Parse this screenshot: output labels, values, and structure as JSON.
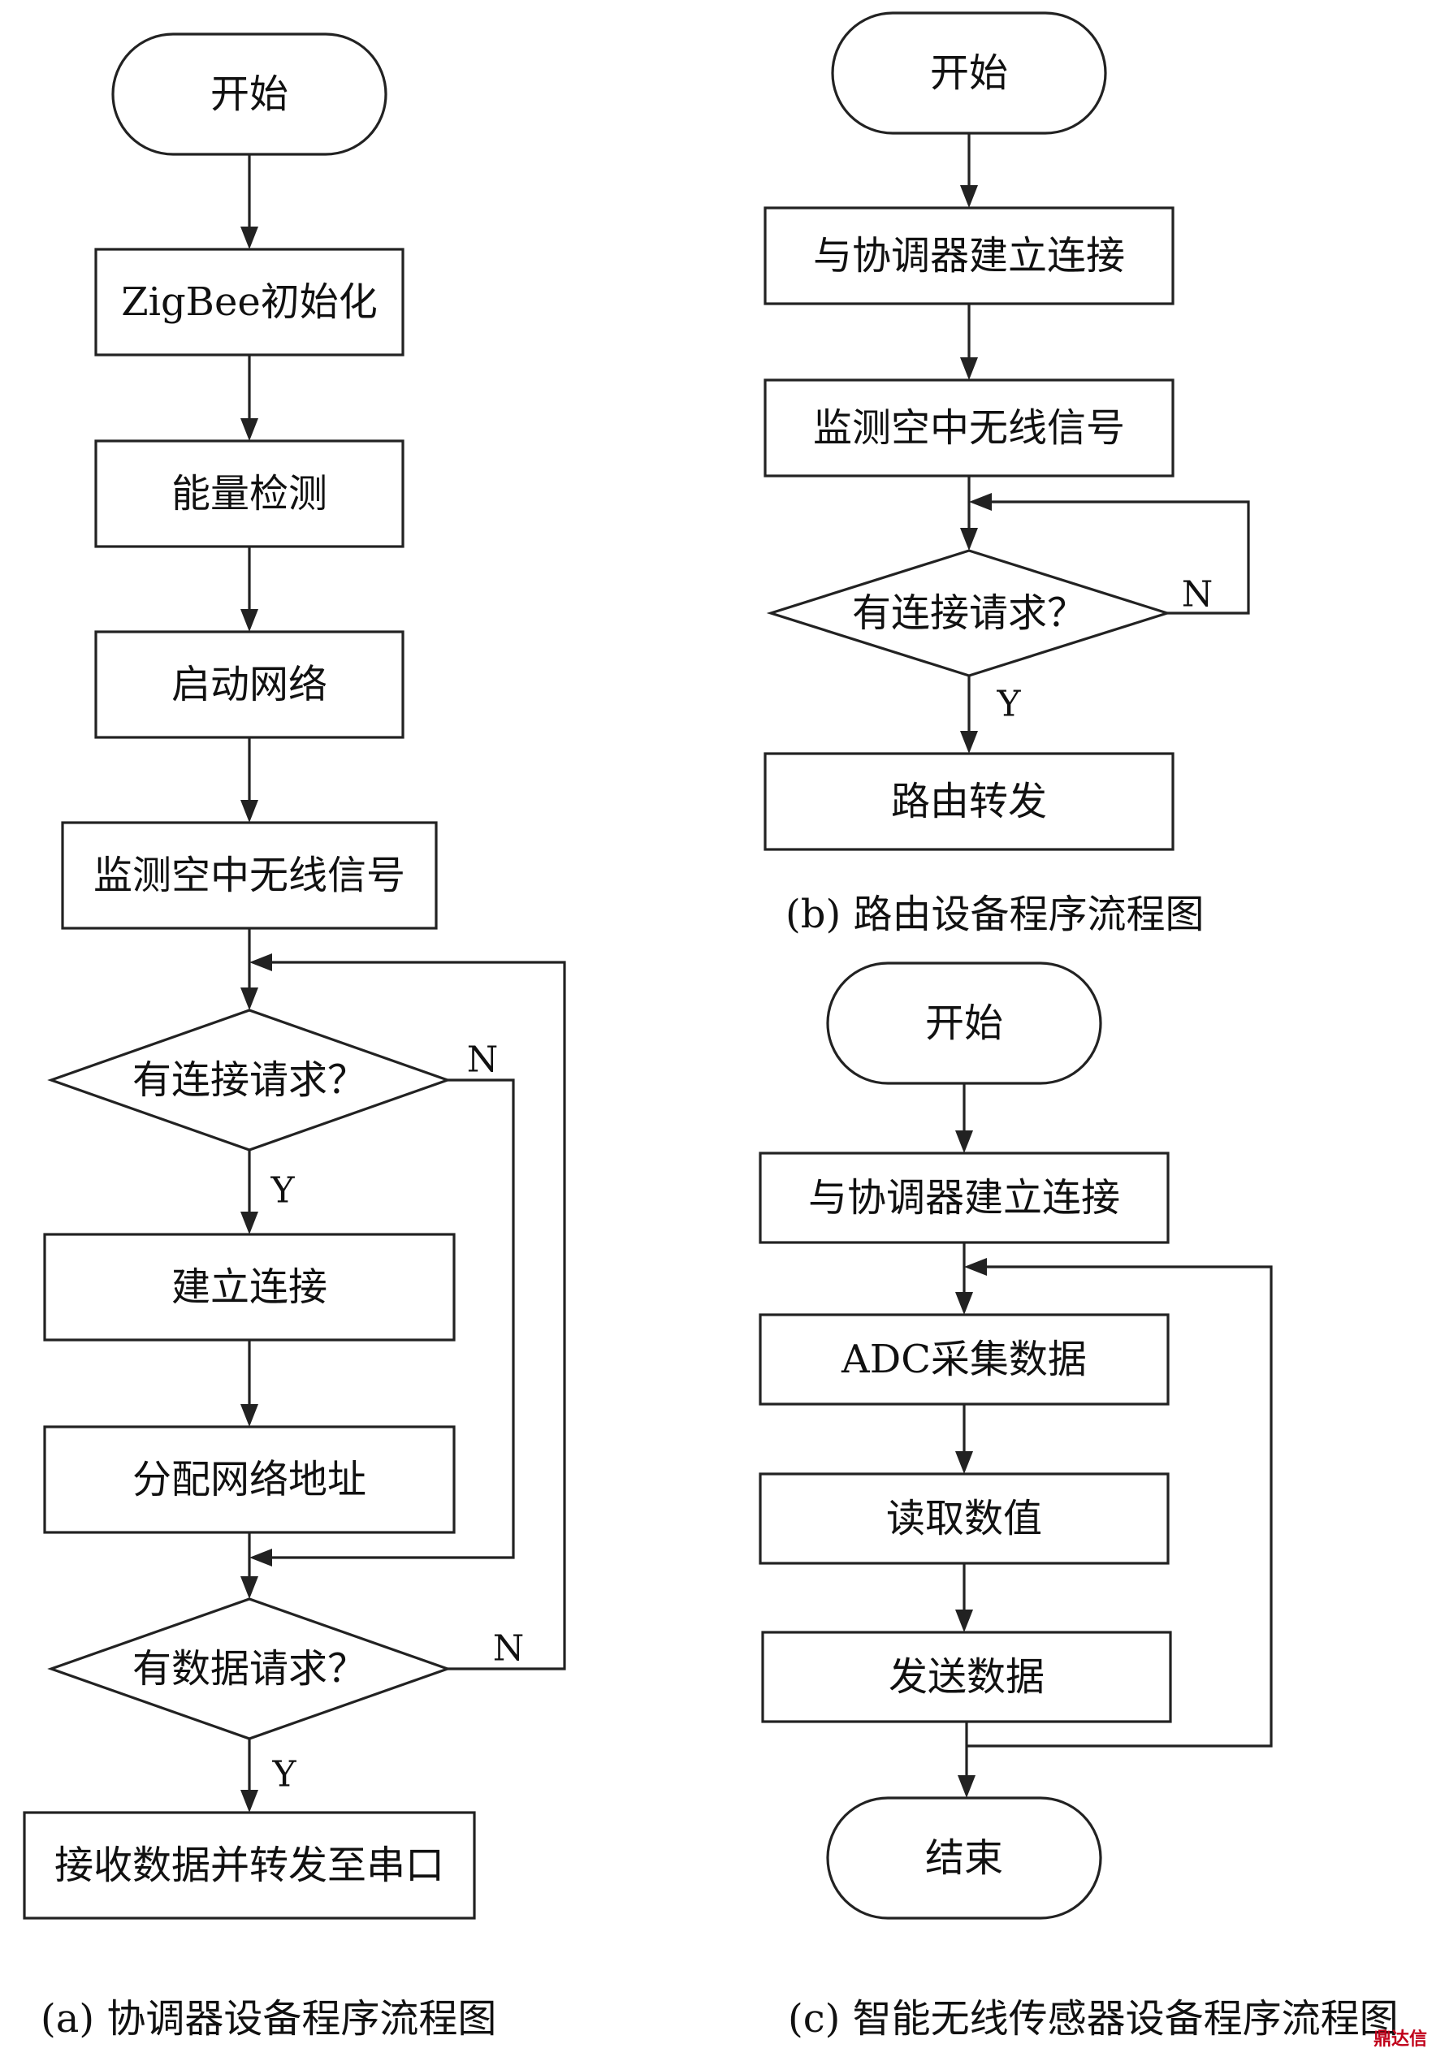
{
  "diagrams": [
    {
      "caption": "(a) 协调器设备程序流程图",
      "nodes": [
        {
          "id": "a_start",
          "shape": "terminal",
          "label": "开始"
        },
        {
          "id": "a_init",
          "shape": "process",
          "label": "ZigBee初始化"
        },
        {
          "id": "a_energy",
          "shape": "process",
          "label": "能量检测"
        },
        {
          "id": "a_start_net",
          "shape": "process",
          "label": "启动网络"
        },
        {
          "id": "a_monitor",
          "shape": "process",
          "label": "监测空中无线信号"
        },
        {
          "id": "a_conn_req",
          "shape": "decision",
          "label": "有连接请求？"
        },
        {
          "id": "a_connect",
          "shape": "process",
          "label": "建立连接"
        },
        {
          "id": "a_assign",
          "shape": "process",
          "label": "分配网络地址"
        },
        {
          "id": "a_data_req",
          "shape": "decision",
          "label": "有数据请求？"
        },
        {
          "id": "a_receive",
          "shape": "process",
          "label": "接收数据并转发至串口"
        }
      ],
      "edges": [
        {
          "from": "a_start",
          "to": "a_init",
          "label": ""
        },
        {
          "from": "a_init",
          "to": "a_energy",
          "label": ""
        },
        {
          "from": "a_energy",
          "to": "a_start_net",
          "label": ""
        },
        {
          "from": "a_start_net",
          "to": "a_monitor",
          "label": ""
        },
        {
          "from": "a_monitor",
          "to": "a_conn_req",
          "label": ""
        },
        {
          "from": "a_conn_req",
          "to": "a_connect",
          "label": "Y"
        },
        {
          "from": "a_conn_req",
          "to": "a_data_req",
          "label": "N"
        },
        {
          "from": "a_connect",
          "to": "a_assign",
          "label": ""
        },
        {
          "from": "a_assign",
          "to": "a_data_req",
          "label": ""
        },
        {
          "from": "a_data_req",
          "to": "a_receive",
          "label": "Y"
        },
        {
          "from": "a_data_req",
          "to": "a_conn_req",
          "label": "N"
        }
      ]
    },
    {
      "caption": "(b) 路由设备程序流程图",
      "nodes": [
        {
          "id": "b_start",
          "shape": "terminal",
          "label": "开始"
        },
        {
          "id": "b_connect",
          "shape": "process",
          "label": "与协调器建立连接"
        },
        {
          "id": "b_monitor",
          "shape": "process",
          "label": "监测空中无线信号"
        },
        {
          "id": "b_conn_req",
          "shape": "decision",
          "label": "有连接请求？"
        },
        {
          "id": "b_route",
          "shape": "process",
          "label": "路由转发"
        }
      ],
      "edges": [
        {
          "from": "b_start",
          "to": "b_connect",
          "label": ""
        },
        {
          "from": "b_connect",
          "to": "b_monitor",
          "label": ""
        },
        {
          "from": "b_monitor",
          "to": "b_conn_req",
          "label": ""
        },
        {
          "from": "b_conn_req",
          "to": "b_route",
          "label": "Y"
        },
        {
          "from": "b_conn_req",
          "to": "b_conn_req",
          "label": "N"
        }
      ]
    },
    {
      "caption": "(c) 智能无线传感器设备程序流程图",
      "nodes": [
        {
          "id": "c_start",
          "shape": "terminal",
          "label": "开始"
        },
        {
          "id": "c_connect",
          "shape": "process",
          "label": "与协调器建立连接"
        },
        {
          "id": "c_adc",
          "shape": "process",
          "label": "ADC采集数据"
        },
        {
          "id": "c_read",
          "shape": "process",
          "label": "读取数值"
        },
        {
          "id": "c_send",
          "shape": "process",
          "label": "发送数据"
        },
        {
          "id": "c_end",
          "shape": "terminal",
          "label": "结束"
        }
      ],
      "edges": [
        {
          "from": "c_start",
          "to": "c_connect",
          "label": ""
        },
        {
          "from": "c_connect",
          "to": "c_adc",
          "label": ""
        },
        {
          "from": "c_adc",
          "to": "c_read",
          "label": ""
        },
        {
          "from": "c_read",
          "to": "c_send",
          "label": ""
        },
        {
          "from": "c_send",
          "to": "c_end",
          "label": ""
        },
        {
          "from": "c_send",
          "to": "c_adc",
          "label": ""
        }
      ]
    }
  ],
  "watermark": "鼎达信"
}
